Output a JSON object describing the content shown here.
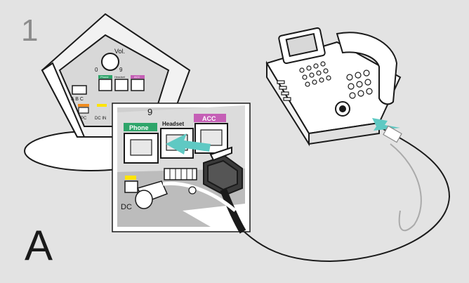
{
  "step": {
    "number": "1",
    "variant": "A"
  },
  "base_station": {
    "volume_label": "Vol.",
    "dial_digits": [
      "0",
      "9"
    ],
    "small_ports": [
      "Phone",
      "Headset",
      "ACC"
    ],
    "switch_positions": "A B C",
    "bottom_labels": [
      "PC",
      "DC IN"
    ]
  },
  "detail_view": {
    "dial_fragment": "9",
    "ports": [
      "Phone",
      "Headset",
      "ACC"
    ],
    "power_label": "DC"
  },
  "colors": {
    "phone_tag": "#2ea56a",
    "acc_tag": "#c55fb6",
    "pc_tag": "#f08c1e",
    "dc_tag": "#ffe400",
    "arrow": "#5fc9c3"
  }
}
